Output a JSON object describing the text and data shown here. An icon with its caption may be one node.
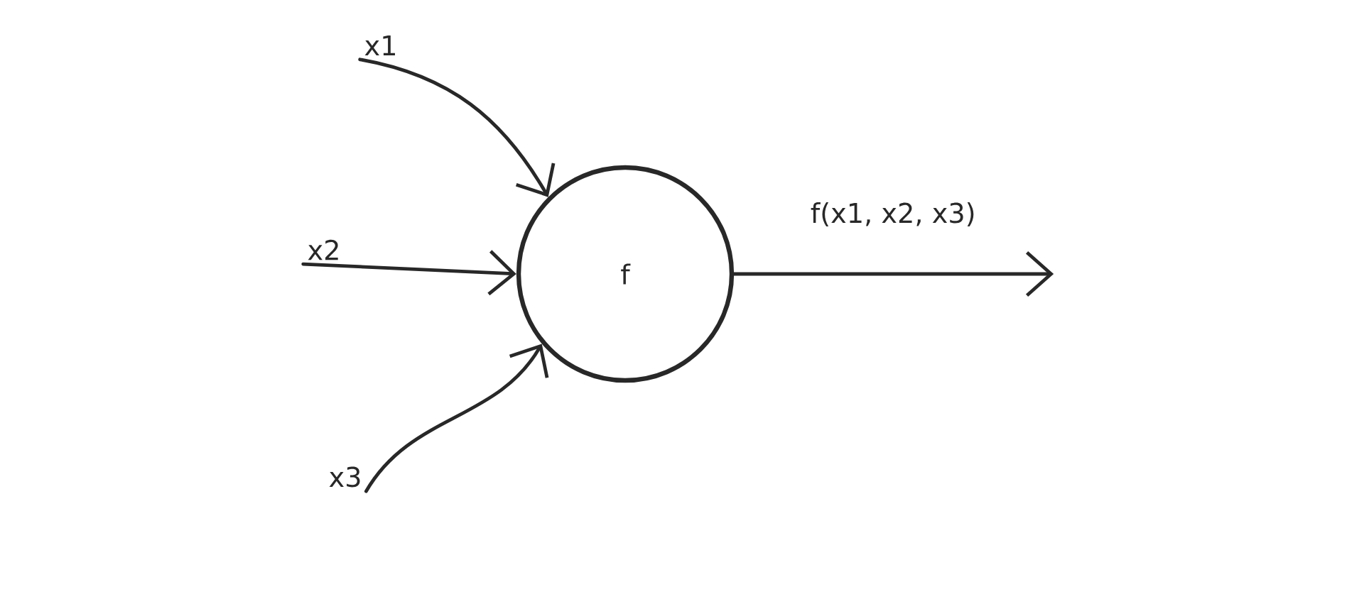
{
  "diagram": {
    "nodes": [
      {
        "text": [
          "x1"
        ]
      },
      {
        "text": [
          "x2"
        ]
      },
      {
        "text": [
          "x3"
        ]
      },
      {
        "text": [
          "f"
        ]
      }
    ],
    "edges": [
      {
        "from": 0,
        "to": 3,
        "arrow": "to"
      },
      {
        "from": 1,
        "to": 3,
        "arrow": "to"
      },
      {
        "from": 2,
        "to": 3,
        "arrow": "to"
      },
      {
        "from": 3,
        "to": null,
        "arrow": "to",
        "label": "f(x1, x2, x3)"
      }
    ]
  }
}
